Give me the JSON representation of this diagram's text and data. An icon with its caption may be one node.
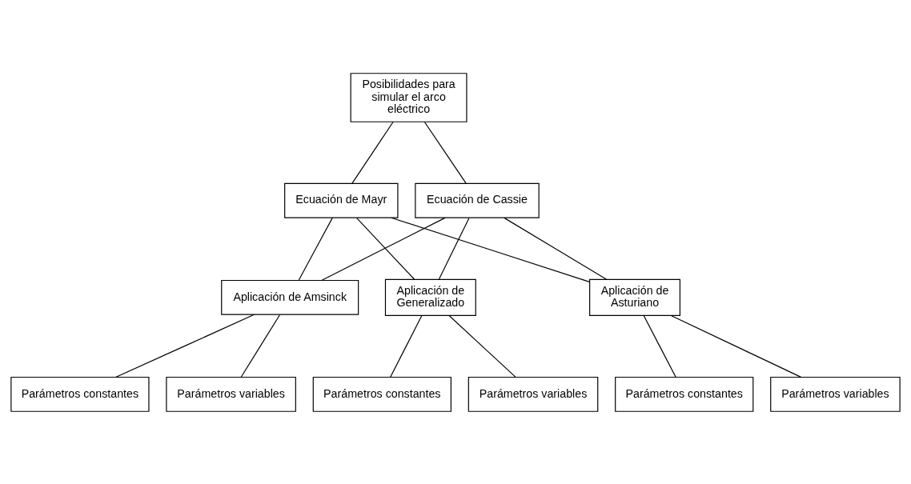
{
  "diagram": {
    "nodes": [
      {
        "text": [
          "Posibilidades para simular el arco eléctrico"
        ]
      },
      {
        "text": [
          "Ecuación de Mayr"
        ]
      },
      {
        "text": [
          "Ecuación de Cassie"
        ]
      },
      {
        "text": [
          "Aplicación de Amsinck"
        ]
      },
      {
        "text": [
          "Aplicación de Generalizado"
        ]
      },
      {
        "text": [
          "Aplicación de Asturiano"
        ]
      },
      {
        "text": [
          "Parámetros constantes"
        ]
      },
      {
        "text": [
          "Parámetros variables"
        ]
      },
      {
        "text": [
          "Parámetros constantes"
        ]
      },
      {
        "text": [
          "Parámetros variables"
        ]
      },
      {
        "text": [
          "Parámetros constantes"
        ]
      },
      {
        "text": [
          "Parámetros variables"
        ]
      }
    ],
    "edges": [
      {
        "from": 0,
        "to": 1,
        "arrow": "none"
      },
      {
        "from": 0,
        "to": 2,
        "arrow": "none"
      },
      {
        "from": 1,
        "to": 3,
        "arrow": "none"
      },
      {
        "from": 1,
        "to": 4,
        "arrow": "none"
      },
      {
        "from": 1,
        "to": 5,
        "arrow": "none"
      },
      {
        "from": 2,
        "to": 3,
        "arrow": "none"
      },
      {
        "from": 2,
        "to": 4,
        "arrow": "none"
      },
      {
        "from": 2,
        "to": 5,
        "arrow": "none"
      },
      {
        "from": 3,
        "to": 6,
        "arrow": "none"
      },
      {
        "from": 3,
        "to": 7,
        "arrow": "none"
      },
      {
        "from": 4,
        "to": 8,
        "arrow": "none"
      },
      {
        "from": 4,
        "to": 9,
        "arrow": "none"
      },
      {
        "from": 5,
        "to": 10,
        "arrow": "none"
      },
      {
        "from": 5,
        "to": 11,
        "arrow": "none"
      }
    ]
  }
}
